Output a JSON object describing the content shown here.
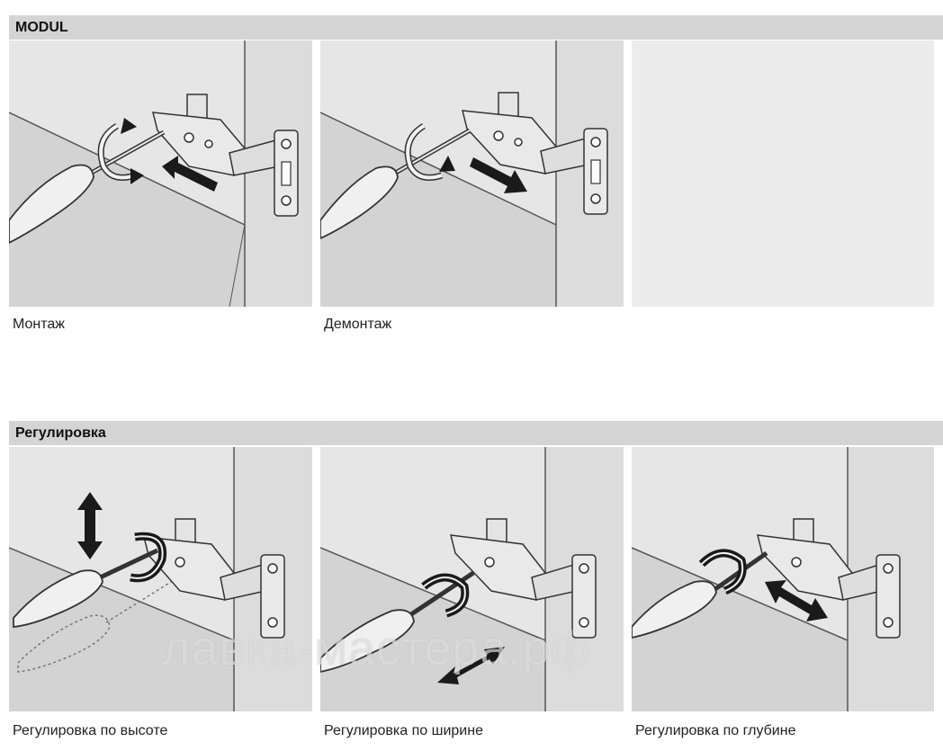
{
  "sections": {
    "modul": {
      "title": "MODUL",
      "captions": [
        "Монтаж",
        "Демонтаж"
      ]
    },
    "adjust": {
      "title": "Регулировка",
      "captions": [
        "Регулировка по высоте",
        "Регулировка по ширине",
        "Регулировка по глубине"
      ]
    }
  },
  "watermark": "лавка-мастера.рф",
  "colors": {
    "section_bar": "#d4d4d4",
    "panel_bg": "#e8e8e8",
    "wall": "#d8d8d8",
    "floor": "#cfcfcf",
    "metal": "#e2e2e2",
    "outline": "#333333",
    "arrow": "#1a1a1a"
  },
  "icons": [
    "screwdriver-icon",
    "hinge-icon",
    "rotate-arrow-icon",
    "push-arrow-icon",
    "pull-arrow-icon",
    "up-down-arrow-icon",
    "diagonal-arrow-icon"
  ]
}
